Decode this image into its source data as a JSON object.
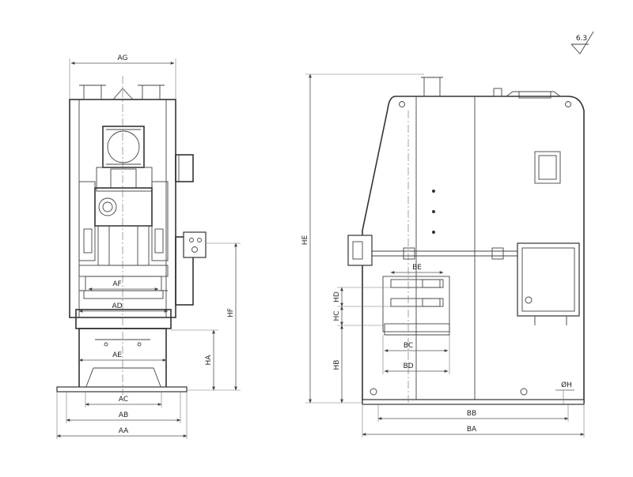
{
  "surface_finish": "6.3",
  "front_view": {
    "dims": {
      "AG": "AG",
      "AF": "AF",
      "AD": "AD",
      "AE": "AE",
      "AC": "AC",
      "AB": "AB",
      "AA": "AA",
      "HF": "HF",
      "HA": "HA"
    }
  },
  "side_view": {
    "dims": {
      "HE": "HE",
      "BE": "BE",
      "HD": "HD",
      "HC": "HC",
      "BC": "BC",
      "BD": "BD",
      "HB": "HB",
      "BB": "BB",
      "BA": "BA",
      "PH": "ØH"
    }
  },
  "colors": {
    "line": "#333333",
    "background": "#ffffff"
  }
}
